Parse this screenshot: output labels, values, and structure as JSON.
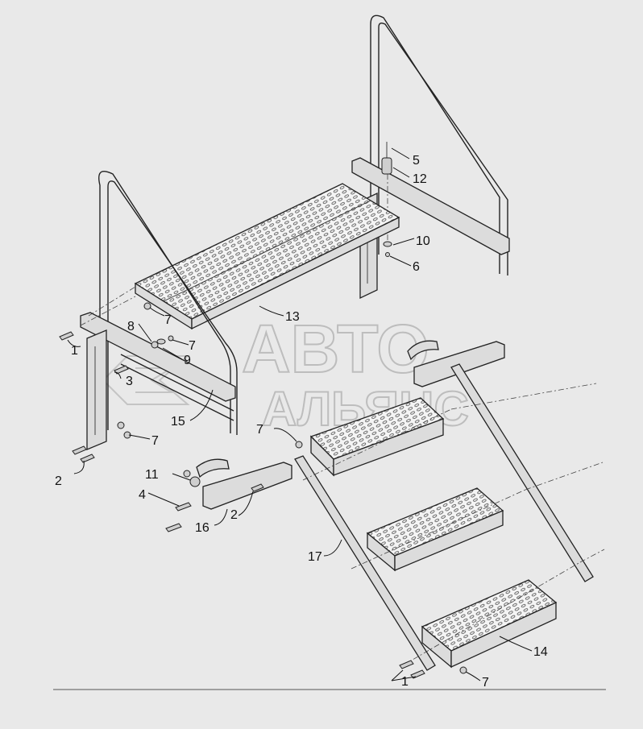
{
  "watermark": {
    "line1": "АВТО",
    "line2": "АЛЬЯНС"
  },
  "callouts": [
    {
      "id": "c1a",
      "text": "1"
    },
    {
      "id": "c1b",
      "text": "1"
    },
    {
      "id": "c2a",
      "text": "2"
    },
    {
      "id": "c2b",
      "text": "2"
    },
    {
      "id": "c3",
      "text": "3"
    },
    {
      "id": "c4",
      "text": "4"
    },
    {
      "id": "c5",
      "text": "5"
    },
    {
      "id": "c6",
      "text": "6"
    },
    {
      "id": "c7a",
      "text": "7"
    },
    {
      "id": "c7b",
      "text": "7"
    },
    {
      "id": "c7c",
      "text": "7"
    },
    {
      "id": "c7d",
      "text": "7"
    },
    {
      "id": "c7e",
      "text": "7"
    },
    {
      "id": "c8",
      "text": "8"
    },
    {
      "id": "c9",
      "text": "9"
    },
    {
      "id": "c10",
      "text": "10"
    },
    {
      "id": "c11",
      "text": "11"
    },
    {
      "id": "c12",
      "text": "12"
    },
    {
      "id": "c13",
      "text": "13"
    },
    {
      "id": "c14",
      "text": "14"
    },
    {
      "id": "c15",
      "text": "15"
    },
    {
      "id": "c16",
      "text": "16"
    },
    {
      "id": "c17",
      "text": "17"
    }
  ],
  "colors": {
    "background": "#e9e9e9",
    "line": "#222222",
    "watermark": "#bdbdbd"
  }
}
